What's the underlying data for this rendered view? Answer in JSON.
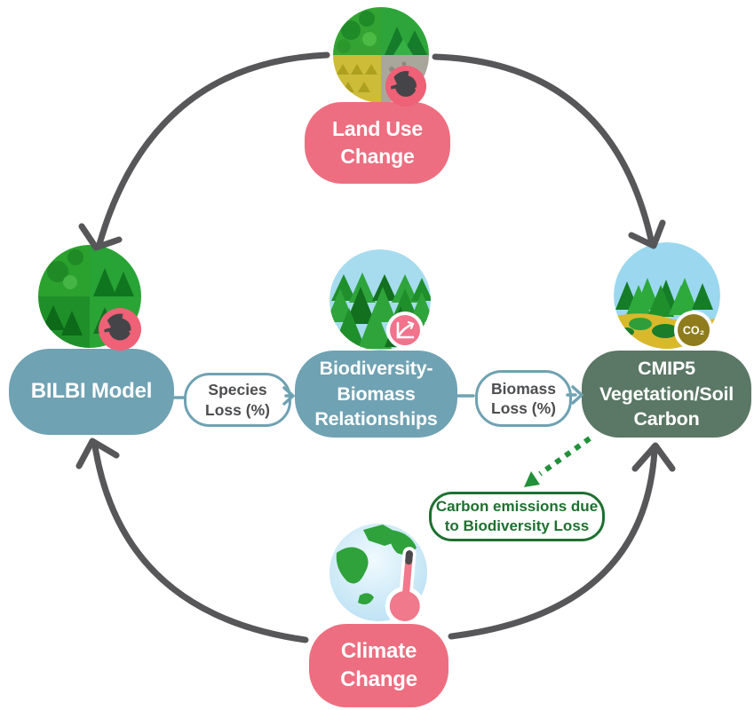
{
  "nodes": {
    "land_use_change": {
      "line1": "Land Use",
      "line2": "Change"
    },
    "bilbi_model": {
      "label": "BILBI Model"
    },
    "biodiversity_biomass": {
      "line1": "Biodiversity-",
      "line2": "Biomass",
      "line3": "Relationships"
    },
    "cmip5": {
      "line1": "CMIP5",
      "line2": "Vegetation/Soil",
      "line3": "Carbon"
    },
    "climate_change": {
      "line1": "Climate",
      "line2": "Change"
    }
  },
  "connectors": {
    "species_loss": {
      "line1": "Species",
      "line2": "Loss (%)"
    },
    "biomass_loss": {
      "line1": "Biomass",
      "line2": "Loss (%)"
    },
    "carbon_emissions": {
      "line1": "Carbon emissions due",
      "line2": "to Biodiversity Loss"
    }
  },
  "icons": {
    "co2_label": "CO₂"
  },
  "colors": {
    "pink_node": "#ED6E80",
    "blue_node": "#6FA2B2",
    "sage_node": "#5B7765",
    "cycle_arrow_gray": "#57575A",
    "emission_arrow_green": "#22913A",
    "pill_text_gray": "#4D4E50",
    "co2_badge_olive": "#8E7C1D"
  }
}
